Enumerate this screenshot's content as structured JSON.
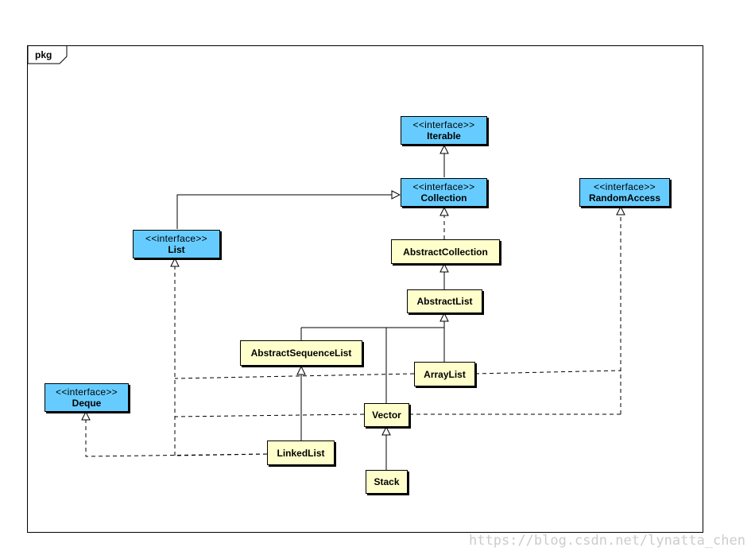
{
  "package": {
    "label": "pkg"
  },
  "stereotype_interface": "<<interface>>",
  "nodes": {
    "iterable": {
      "name": "Iterable"
    },
    "collection": {
      "name": "Collection"
    },
    "random_access": {
      "name": "RandomAccess"
    },
    "list": {
      "name": "List"
    },
    "abstract_collection": {
      "name": "AbstractCollection"
    },
    "abstract_list": {
      "name": "AbstractList"
    },
    "abstract_sequence_list": {
      "name": "AbstractSequenceList"
    },
    "array_list": {
      "name": "ArrayList"
    },
    "deque": {
      "name": "Deque"
    },
    "vector": {
      "name": "Vector"
    },
    "linked_list": {
      "name": "LinkedList"
    },
    "stack": {
      "name": "Stack"
    }
  },
  "watermark": "https://blog.csdn.net/lynatta_chen"
}
